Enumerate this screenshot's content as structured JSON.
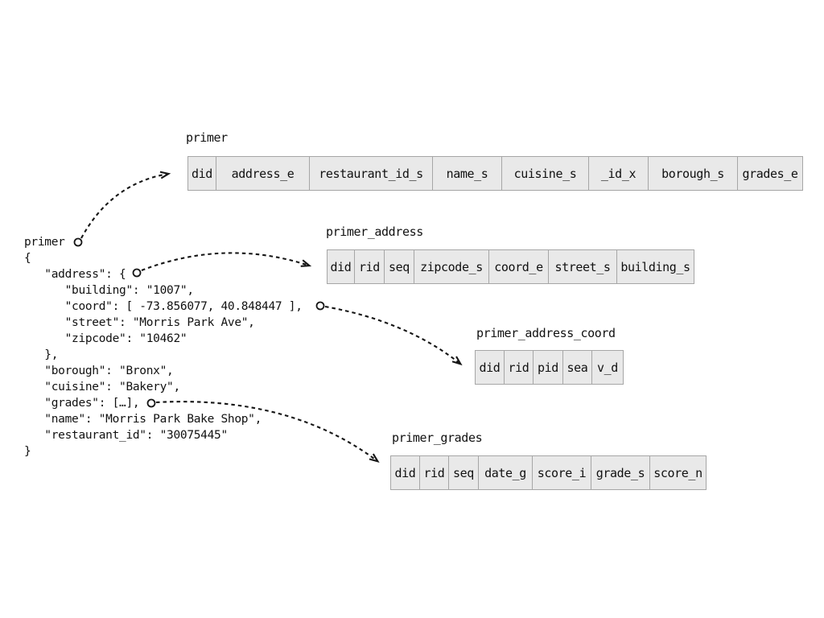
{
  "document": {
    "title": "primer",
    "text": "primer\n{\n   \"address\": {\n      \"building\": \"1007\",\n      \"coord\": [ -73.856077, 40.848447 ],\n      \"street\": \"Morris Park Ave\",\n      \"zipcode\": \"10462\"\n   },\n   \"borough\": \"Bronx\",\n   \"cuisine\": \"Bakery\",\n   \"grades\": […],\n   \"name\": \"Morris Park Bake Shop\",\n   \"restaurant_id\": \"30075445\"\n}"
  },
  "tables": [
    {
      "name": "primer",
      "columns": [
        "did",
        "address_e",
        "restaurant_id_s",
        "name_s",
        "cuisine_s",
        "_id_x",
        "borough_s",
        "grades_e"
      ]
    },
    {
      "name": "primer_address",
      "columns": [
        "did",
        "rid",
        "seq",
        "zipcode_s",
        "coord_e",
        "street_s",
        "building_s"
      ]
    },
    {
      "name": "primer_address_coord",
      "columns": [
        "did",
        "rid",
        "pid",
        "sea",
        "v_d"
      ]
    },
    {
      "name": "primer_grades",
      "columns": [
        "did",
        "rid",
        "seq",
        "date_g",
        "score_i",
        "grade_s",
        "score_n"
      ]
    }
  ],
  "icons": {
    "arrow_style": "dashed-curve",
    "origin_marker": "small-circle"
  },
  "colors": {
    "background": "#ffffff",
    "cell_bg": "#e9e9e9",
    "cell_border": "#a6a6a6",
    "text": "#111111",
    "arrow": "#161616"
  }
}
